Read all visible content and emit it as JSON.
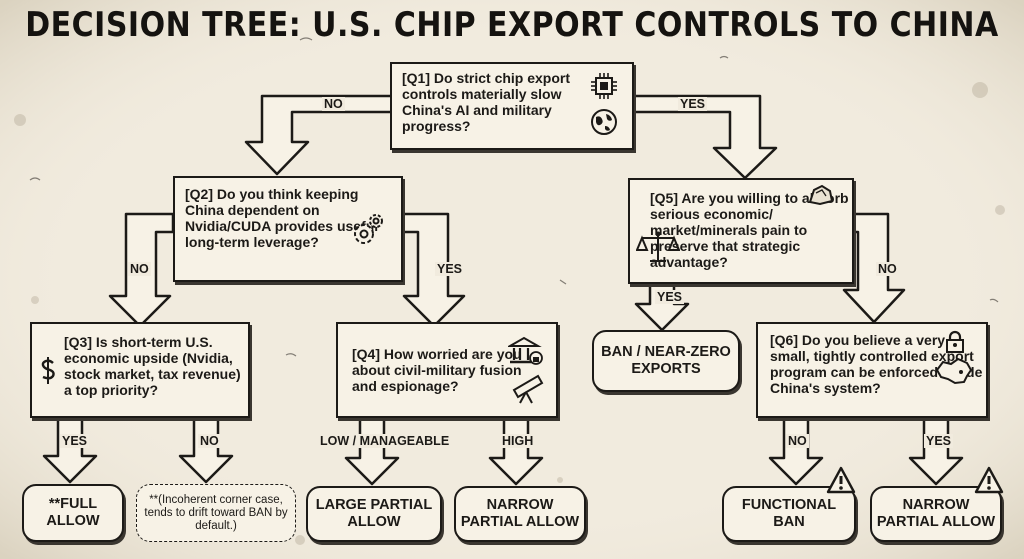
{
  "title": "DECISION TREE: U.S. CHIP EXPORT CONTROLS TO CHINA",
  "questions": {
    "q1": "[Q1] Do strict chip export controls materially slow China's AI and military progress?",
    "q2": "[Q2] Do you think keeping China dependent on Nvidia/CUDA provides useful long-term leverage?",
    "q3": "[Q3] Is short-term U.S. economic upside (Nvidia, stock market, tax revenue) a top priority?",
    "q4": "[Q4] How worried are you about civil-military fusion and espionage?",
    "q5": "[Q5] Are you willing to absorb serious economic/ market/minerals pain to preserve that strategic advantage?",
    "q6": "[Q6] Do you believe a very small, tightly controlled export program can be enforced inside China's system?"
  },
  "branch_labels": {
    "q1_no": "NO",
    "q1_yes": "YES",
    "q2_no": "NO",
    "q2_yes": "YES",
    "q3_yes": "YES",
    "q3_no": "NO",
    "q4_low": "LOW / MANAGEABLE",
    "q4_high": "HIGH",
    "q5_yes": "YES",
    "q5_no": "NO",
    "q6_no": "NO",
    "q6_yes": "YES"
  },
  "outcomes": {
    "full_allow": "**FULL ALLOW",
    "corner_case": "**(Incoherent corner case, tends to drift toward BAN by default.)",
    "large_partial": "LARGE PARTIAL ALLOW",
    "narrow_partial_1": "NARROW PARTIAL ALLOW",
    "ban_near_zero": "BAN / NEAR-ZERO EXPORTS",
    "functional_ban": "FUNCTIONAL BAN",
    "narrow_partial_2": "NARROW PARTIAL ALLOW"
  },
  "icons": [
    "chip-icon",
    "globe-icon",
    "gears-icon",
    "scales-icon",
    "rock-icon",
    "dollar-icon",
    "bank-icon",
    "telescope-icon",
    "lock-icon",
    "china-map-icon",
    "warning-icon"
  ]
}
